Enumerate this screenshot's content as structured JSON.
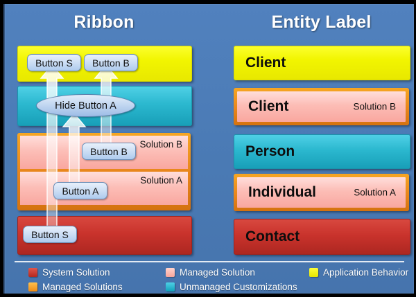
{
  "diagram": {
    "columns": {
      "ribbon_title": "Ribbon",
      "entity_title": "Entity Label"
    },
    "ribbon_layers": [
      {
        "name": "application-behavior-layer",
        "type": "Application Behavior",
        "color": "#f2f500",
        "tag": ""
      },
      {
        "name": "unmanaged-customizations-layer",
        "type": "Unmanaged Customizations",
        "color": "#2bb8cf",
        "tag": ""
      },
      {
        "name": "managed-solution-b-layer",
        "type": "Managed Solution",
        "color": "#fcbdb6",
        "tag": "Solution B"
      },
      {
        "name": "managed-solution-a-layer",
        "type": "Managed Solution",
        "color": "#fcbdb6",
        "tag": "Solution A"
      },
      {
        "name": "system-solution-layer",
        "type": "System Solution",
        "color": "#c9332c",
        "tag": ""
      }
    ],
    "ribbon_buttons": {
      "button_s_top": "Button S",
      "button_b_top": "Button B",
      "hide_button_a": "Hide Button A",
      "button_b_sol_b": "Button B",
      "button_a_sol_a": "Button A",
      "button_s_system": "Button S"
    },
    "entity_rows": [
      {
        "label": "Client",
        "tag": "",
        "type": "Application Behavior"
      },
      {
        "label": "Client",
        "tag": "Solution B",
        "type": "Managed Solution"
      },
      {
        "label": "Person",
        "tag": "",
        "type": "Unmanaged Customizations"
      },
      {
        "label": "Individual",
        "tag": "Solution A",
        "type": "Managed Solution"
      },
      {
        "label": "Contact",
        "tag": "",
        "type": "System Solution"
      }
    ],
    "legend": [
      {
        "label": "System Solution",
        "color": "#c9332c"
      },
      {
        "label": "Managed Solution",
        "color": "#f9a79f"
      },
      {
        "label": "Application Behavior",
        "color": "#f2f500"
      },
      {
        "label": "Managed Solutions",
        "color": "#ef8b14"
      },
      {
        "label": "Unmanaged Customizations",
        "color": "#11a0ba"
      }
    ]
  }
}
